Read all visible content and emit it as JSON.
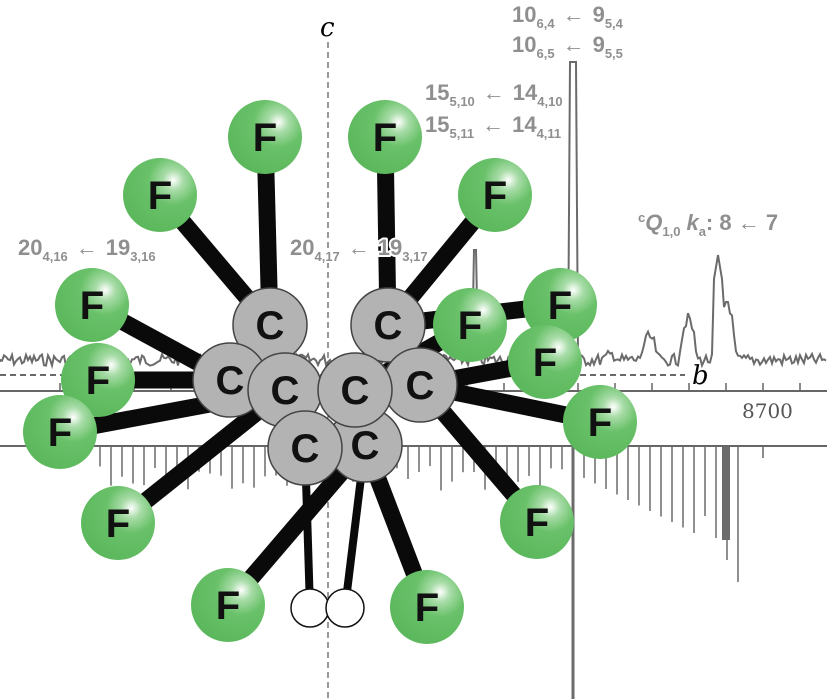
{
  "figure": {
    "axes": {
      "c_label": "c",
      "b_label": "b"
    },
    "x_axis": {
      "tick_label": "8700"
    },
    "transition_labels": [
      {
        "j1": "10",
        "s1": "6,4",
        "arrow": "←",
        "j2": "9",
        "s2": "5,4"
      },
      {
        "j1": "10",
        "s1": "6,5",
        "arrow": "←",
        "j2": "9",
        "s2": "5,5"
      },
      {
        "j1": "15",
        "s1": "5,10",
        "arrow": "←",
        "j2": "14",
        "s2": "4,10"
      },
      {
        "j1": "15",
        "s1": "5,11",
        "arrow": "←",
        "j2": "14",
        "s2": "4,11"
      },
      {
        "j1": "20",
        "s1": "4,17",
        "arrow": "←",
        "j2": "19",
        "s2": "3,17"
      },
      {
        "j1": "20",
        "s1": "4,16",
        "arrow": "←",
        "j2": "19",
        "s2": "3,16"
      }
    ],
    "q_branch": {
      "pre": "c",
      "q": "Q",
      "sub": "1,0",
      "ka": "k",
      "ka_sub": "a",
      "rest": ": 8 ← 7"
    },
    "atom_labels": {
      "fluorine": "F",
      "carbon": "C"
    },
    "colors": {
      "fluorine": "#66c266",
      "carbon": "#b3b3b3",
      "hydrogen": "#ffffff",
      "bond": "#0a0a0a",
      "spectrum": "#6b6b6b",
      "label": "#8f8f8f"
    }
  }
}
